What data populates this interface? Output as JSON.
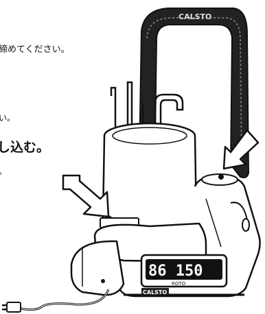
{
  "instructions": {
    "line1": "締めてください。",
    "line2": "い。",
    "line3": "し込む。",
    "line4": "。"
  },
  "display": {
    "digits": "86 150",
    "brand_small": "ROTO"
  },
  "colors": {
    "outline": "#111111",
    "background": "#ffffff"
  },
  "icons": [
    "arrow-icon",
    "plug-icon"
  ]
}
